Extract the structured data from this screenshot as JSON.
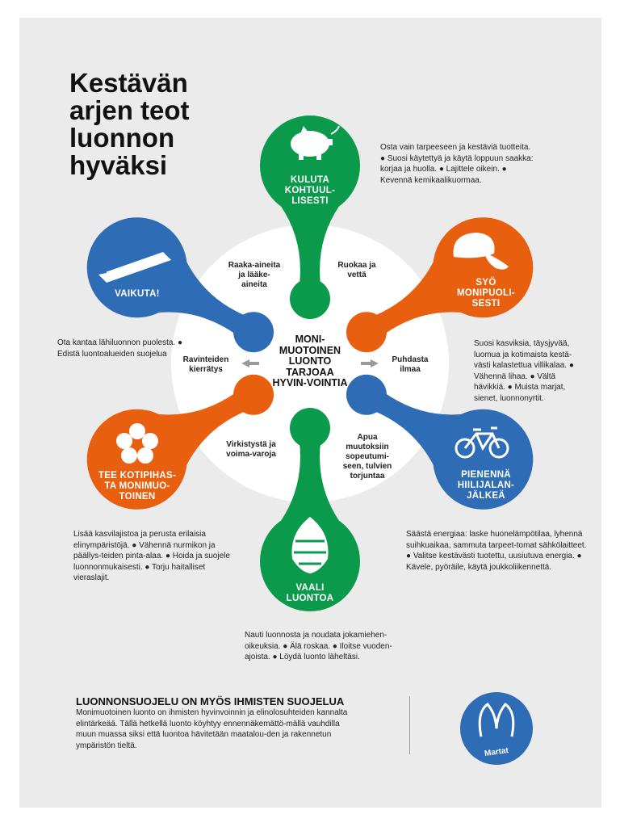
{
  "title": "Kestävän arjen teot luonnon hyväksi",
  "center_text": "MONI-MUOTOINEN LUONTO TARJOAA HYVIN-VOINTIA",
  "colors": {
    "green": "#0b9a4c",
    "orange": "#e8600f",
    "blue": "#2e6cb5",
    "background": "#ebebeb"
  },
  "petals": [
    {
      "label": "KULUTA KOHTUUL-LISESTI",
      "icon": "piggy-bank-icon",
      "desc": "Osta vain tarpeeseen ja kestäviä tuotteita. ● Suosi käytettyä ja käytä loppuun saakka: korjaa ja huolla. ● Lajittele oikein. ● Kevennä kemikaalikuormaa."
    },
    {
      "label": "SYÖ MONIPUOLI-SESTI",
      "icon": "mushroom-icon",
      "desc": "Suosi kasviksia, täysjyvää, luomua ja kotimaista kestä-västi kalastettua villikalaa. ● Vähennä lihaa. ● Vältä hävikkiä. ● Muista marjat, sienet, luonnonyrtit."
    },
    {
      "label": "PIENENNÄ HIILIJALAN-JÄLKEÄ",
      "icon": "bicycle-icon",
      "desc": "Säästä energiaa: laske huonelämpötilaa, lyhennä suihkuaikaa, sammuta tarpeet-tomat sähkölaitteet. ● Valitse kestävästi tuotettu, uusiutuva energia. ● Kävele, pyöräile, käytä joukkoliikennettä."
    },
    {
      "label": "VAALI LUONTOA",
      "icon": "pine-cone-icon",
      "desc": "Nauti luonnosta ja noudata jokamiehen-oikeuksia. ● Älä roskaa. ● Iloitse vuoden-ajoista. ● Löydä luonto läheltäsi."
    },
    {
      "label": "TEE KOTIPIHAS-TA MONIMUO-TOINEN",
      "icon": "flower-icon",
      "desc": "Lisää kasvilajistoa ja perusta erilaisia elinympäristöjä. ● Vähennä nurmikon ja päällys-teiden pinta-alaa. ● Hoida ja suojele luonnonmukaisesti. ● Torju haitalliset vieraslajit."
    },
    {
      "label": "VAIKUTA!",
      "icon": "pencil-icon",
      "desc": "Ota kantaa lähiluonnon puolesta. ● Edistä luontoalueiden suojelua"
    }
  ],
  "benefits": [
    "Ruokaa ja vettä",
    "Puhdasta ilmaa",
    "Apua muutoksiin sopeutumi-seen, tulvien torjuntaa",
    "Virkistystä ja voima-varoja",
    "Ravinteiden kierrätys",
    "Raaka-aineita ja lääke-aineita"
  ],
  "footer": {
    "heading": "LUONNONSUOJELU ON MYÖS IHMISTEN SUOJELUA",
    "text": "Monimuotoinen luonto on ihmisten hyvinvoinnin ja elinolosuhteiden kannalta elintärkeää. Tällä hetkellä luonto köyhtyy ennennäkemättö-mällä vauhdilla muun muassa siksi että luontoa hävitetään maatalou-den ja rakennetun ympäristön tieltä.",
    "logo_text": "Martat"
  }
}
